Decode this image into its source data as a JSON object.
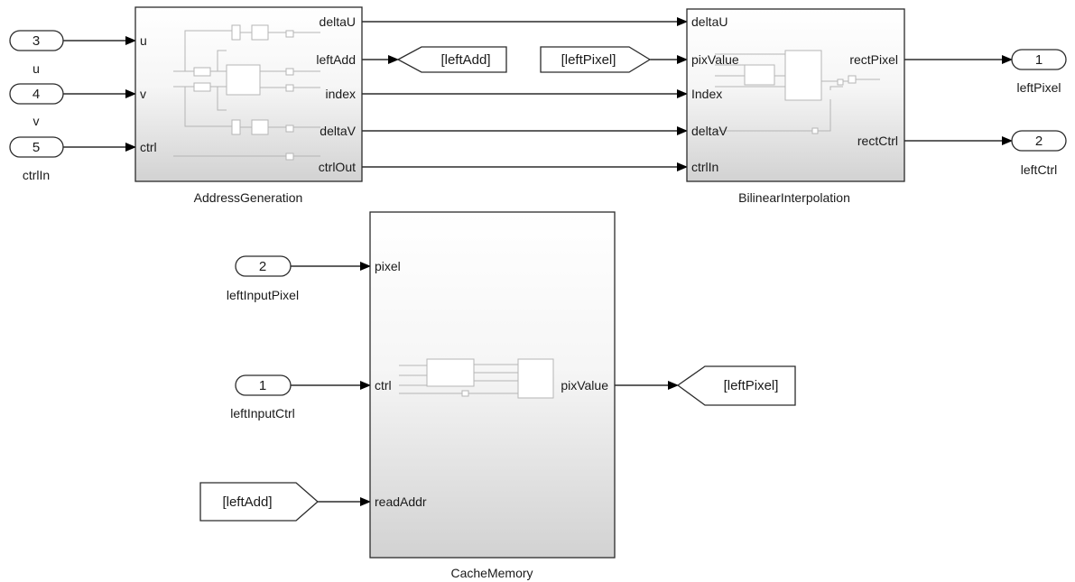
{
  "blocks": {
    "address_generation": {
      "name": "AddressGeneration",
      "inputs": [
        "u",
        "v",
        "ctrl"
      ],
      "outputs": [
        "deltaU",
        "leftAdd",
        "index",
        "deltaV",
        "ctrlOut"
      ]
    },
    "bilinear_interpolation": {
      "name": "BilinearInterpolation",
      "inputs": [
        "deltaU",
        "pixValue",
        "Index",
        "deltaV",
        "ctrlIn"
      ],
      "outputs": [
        "rectPixel",
        "rectCtrl"
      ]
    },
    "cache_memory": {
      "name": "CacheMemory",
      "inputs": [
        "pixel",
        "ctrl",
        "readAddr"
      ],
      "outputs": [
        "pixValue"
      ]
    }
  },
  "inports": [
    {
      "number": "3",
      "label": "u"
    },
    {
      "number": "4",
      "label": "v"
    },
    {
      "number": "5",
      "label": "ctrlIn"
    },
    {
      "number": "2",
      "label": "leftInputPixel"
    },
    {
      "number": "1",
      "label": "leftInputCtrl"
    }
  ],
  "outports": [
    {
      "number": "1",
      "label": "leftPixel"
    },
    {
      "number": "2",
      "label": "leftCtrl"
    }
  ],
  "goto_tags": [
    "[leftAdd]",
    "[leftPixel]"
  ],
  "from_tags": [
    "[leftPixel]",
    "[leftAdd]"
  ],
  "colors": {
    "block_top": "#ffffff",
    "block_bottom": "#d2d2d2",
    "wire": "#000000",
    "stroke": "#2b2b2b"
  }
}
